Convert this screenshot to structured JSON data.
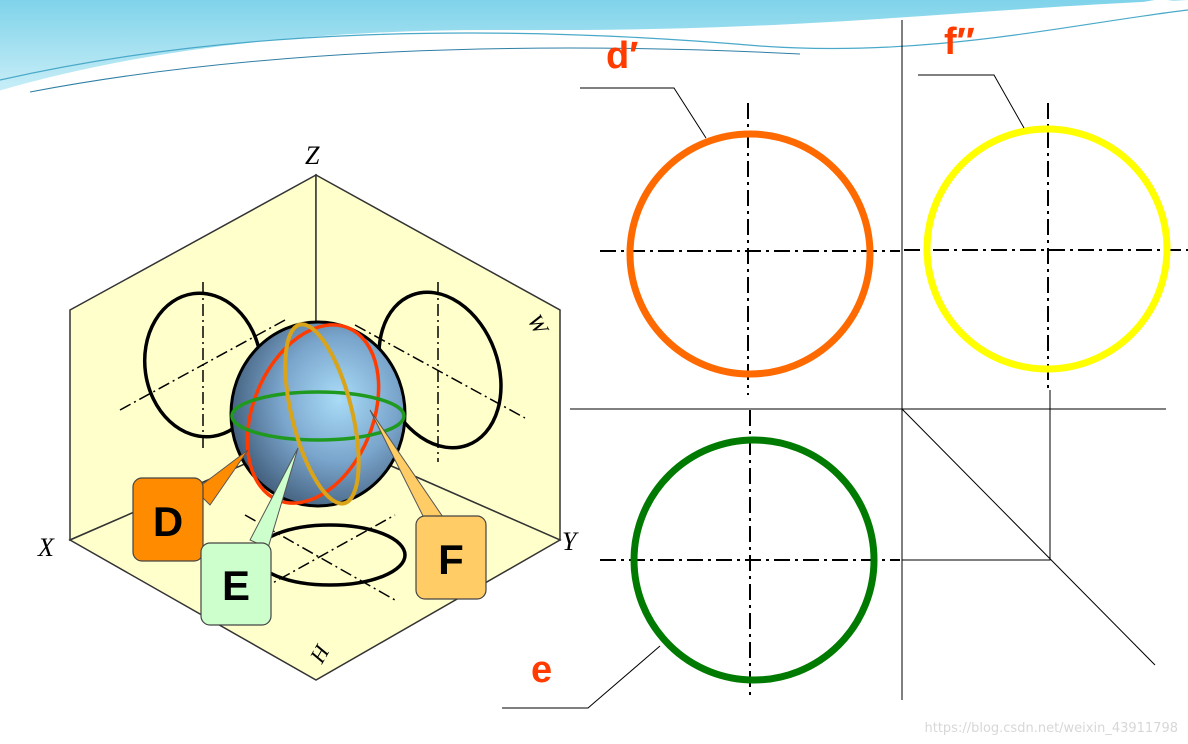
{
  "iso_view": {
    "axis_x": "X",
    "axis_y": "Y",
    "axis_z": "Z",
    "plane_w": "W",
    "plane_h": "H",
    "callouts": {
      "d": "D",
      "e": "E",
      "f": "F"
    }
  },
  "projections": {
    "front_label": "d′",
    "side_label": "f″",
    "top_label": "e"
  },
  "colors": {
    "d_circle": "#ff6a00",
    "e_circle": "#007a00",
    "f_circle": "#ffff00",
    "label_red": "#ff3b00",
    "plane_fill": "#ffffcc",
    "callout_d": "#ff8c00",
    "callout_e": "#ccffcc",
    "callout_f": "#ffcc66"
  },
  "watermark": "https://blog.csdn.net/weixin_43911798"
}
